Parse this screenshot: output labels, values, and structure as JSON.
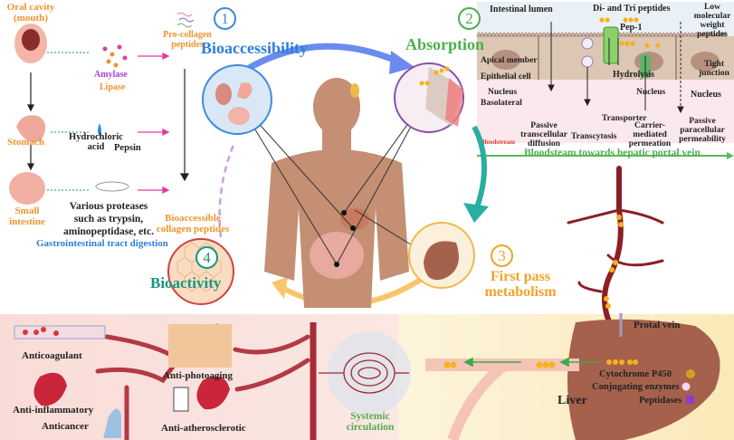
{
  "title": "Collagen peptide digestion, absorption, first-pass metabolism and bioactivity",
  "steps": [
    {
      "number": "1",
      "label": "Bioaccessibility",
      "color": "#2f7fd6"
    },
    {
      "number": "2",
      "label": "Absorption",
      "color": "#4caf50"
    },
    {
      "number": "3",
      "label": "First pass metabolism",
      "color": "#f1a325"
    },
    {
      "number": "4",
      "label": "Bioactivity",
      "color": "#17977f"
    }
  ],
  "digestion": {
    "oral": "Oral cavity (mouth)",
    "oral_enzymes": [
      "Amylase",
      "Lipase"
    ],
    "pro_collagen": "Pro-collagen peptides",
    "stomach": "Stomach",
    "stomach_agents": [
      "Hydrochloric acid",
      "Pepsin"
    ],
    "small_intestine": "Small intestine",
    "proteases": [
      "Various proteases",
      "such as trypsin,",
      "aminopeptidase, etc."
    ],
    "bioaccessible": "Bioaccessible collagen peptides",
    "caption": "Gastrointestinal tract digestion"
  },
  "absorption_panel": {
    "intestinal_lumen": "Intestinal lumen",
    "di_tri": "Di- and Tri peptides",
    "pep1": "Pep-1",
    "low_mw": "Low molecular weight peptides",
    "apical": "Apical member",
    "epithelial": "Epithelial cell",
    "nucleus": "Nucleus",
    "basolateral": "Basolateral",
    "hydrolysis": "Hydrolysis",
    "tight_junction": "Tight junction",
    "transporter": "Transporter",
    "routes": [
      "Passive transcellular diffusion",
      "Transcytosis",
      "Carrier-mediated permeation",
      "Passive paracellular permeability"
    ],
    "bloodstream": "Bloodstream",
    "bloodstream_caption": "Bloodsteam towards hepatic portal vein"
  },
  "liver_panel": {
    "portal_vein": "Protal vein",
    "enzymes": [
      "Cytochrome P450",
      "Conjugating enzymes",
      "Peptidases"
    ],
    "liver": "Liver"
  },
  "bioactivity_panel": {
    "effects": [
      "Anticoagulant",
      "Anti-photoaging",
      "Anti-inflammatory",
      "Anticancer",
      "Anti-atherosclerotic"
    ],
    "systemic": "Systemic circulation"
  },
  "colors": {
    "bioaccessibility": "#2f7fd6",
    "absorption": "#4caf50",
    "metabolism": "#f1a325",
    "bioactivity": "#17977f",
    "vessel": "#9b2a2f",
    "peptide_dot": "#f5b21b",
    "pink_panel": "#fbe3e0",
    "cream_panel": "#fdf3d6"
  }
}
